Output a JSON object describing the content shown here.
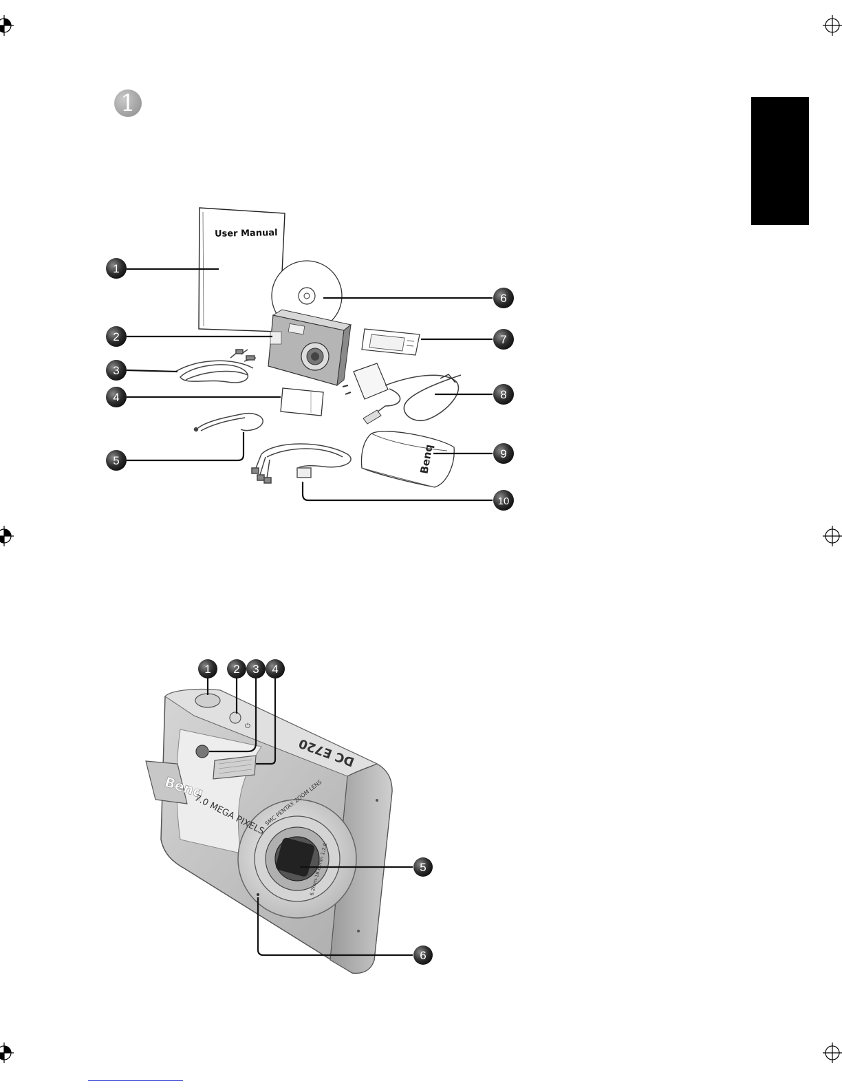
{
  "chapter": {
    "number": "1"
  },
  "accessories": {
    "manual_title": "User Manual",
    "case_brand": "Benq",
    "callouts": [
      "1",
      "2",
      "3",
      "4",
      "5",
      "6",
      "7",
      "8",
      "9",
      "10"
    ]
  },
  "camera": {
    "brand": "Benq",
    "model": "DC E720",
    "megapixels": "7.0 MEGA PIXELS",
    "lens_ring_text": "SMC PENTAX ZOOM LENS",
    "lens_inner_text": "6.2mm-18.6 mm 1:2.8",
    "callouts": [
      "1",
      "2",
      "3",
      "4",
      "5",
      "6"
    ]
  },
  "colors": {
    "thumb_tab": "#000000",
    "callout_fill": "#333333",
    "footer_rule": "#2a3bd1"
  }
}
